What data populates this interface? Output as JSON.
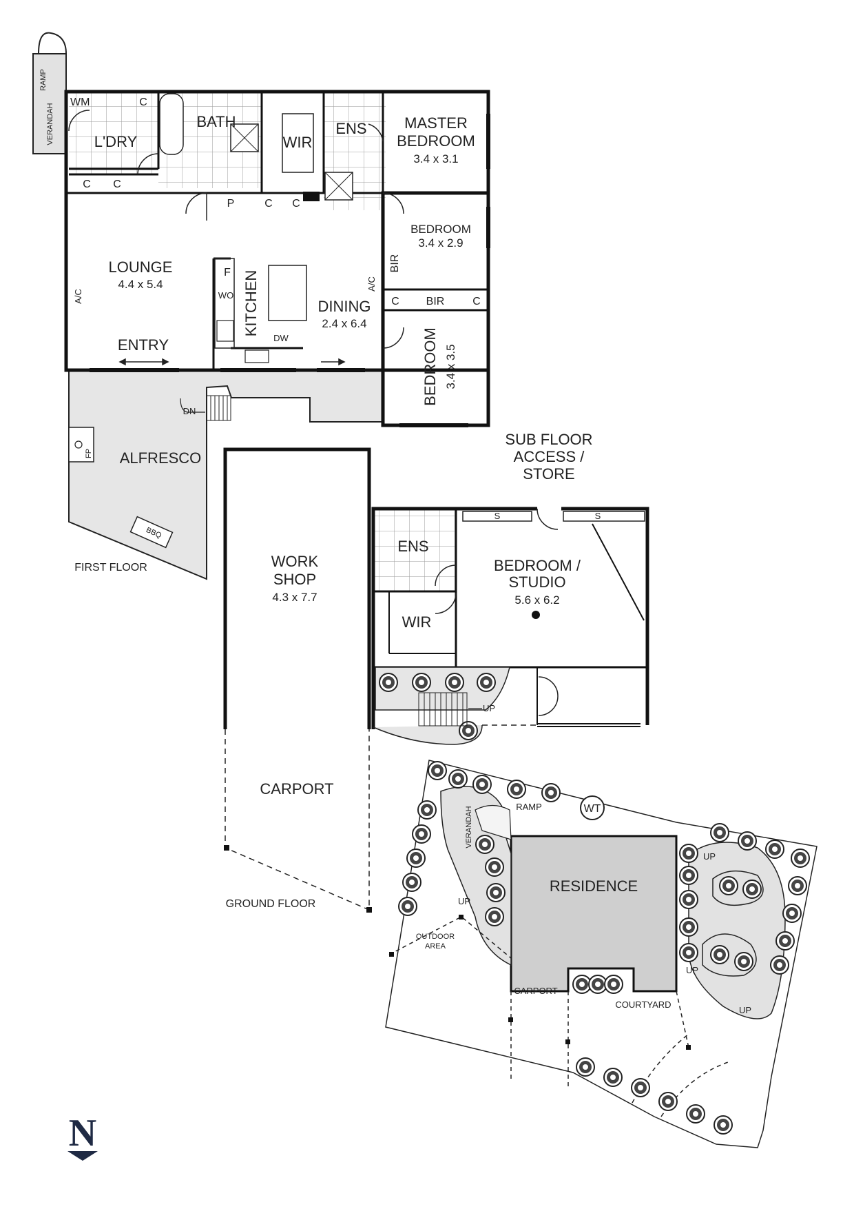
{
  "first_floor": {
    "label": "FIRST FLOOR",
    "rooms": {
      "wm": "WM",
      "laundry": "L'DRY",
      "bath": "BATH",
      "wir": "WIR",
      "ens": "ENS",
      "master_bedroom": {
        "name_line1": "MASTER",
        "name_line2": "BEDROOM",
        "dims": "3.4 x 3.1"
      },
      "bedroom_2": {
        "name": "BEDROOM",
        "dims": "3.4 x 2.9"
      },
      "bedroom_3": {
        "name": "BEDROOM",
        "dims": "3.4 x 3.5"
      },
      "lounge": {
        "name": "LOUNGE",
        "dims": "4.4 x 5.4"
      },
      "kitchen": "KITCHEN",
      "dining": {
        "name": "DINING",
        "dims": "2.4 x 6.4"
      },
      "entry": "ENTRY",
      "alfresco": "ALFRESCO"
    },
    "tags": {
      "ramp": "RAMP",
      "verandah": "VERANDAH",
      "cupboard": "C",
      "pantry": "P",
      "fridge": "F",
      "wall_oven": "WO",
      "dishwasher": "DW",
      "ac": "A/C",
      "bir": "BIR",
      "down": "DN",
      "fireplace": "FP",
      "bbq": "BBQ"
    }
  },
  "ground_floor": {
    "label": "GROUND FLOOR",
    "rooms": {
      "workshop": {
        "name_line1": "WORK",
        "name_line2": "SHOP",
        "dims": "4.3 x 7.7"
      },
      "carport": "CARPORT",
      "ens": "ENS",
      "wir": "WIR",
      "studio": {
        "name_line1": "BEDROOM /",
        "name_line2": "STUDIO",
        "dims": "5.6 x 6.2"
      },
      "sub_floor": {
        "line1": "SUB FLOOR",
        "line2": "ACCESS /",
        "line3": "STORE"
      }
    },
    "tags": {
      "shelf": "S",
      "up": "UP"
    }
  },
  "site_plan": {
    "residence": "RESIDENCE",
    "verandah": "VERANDAH",
    "ramp": "RAMP",
    "water_tank": "WT",
    "outdoor_area_line1": "OUTDOOR",
    "outdoor_area_line2": "AREA",
    "carport": "CARPORT",
    "courtyard": "COURTYARD",
    "up": "UP"
  },
  "north": "N"
}
